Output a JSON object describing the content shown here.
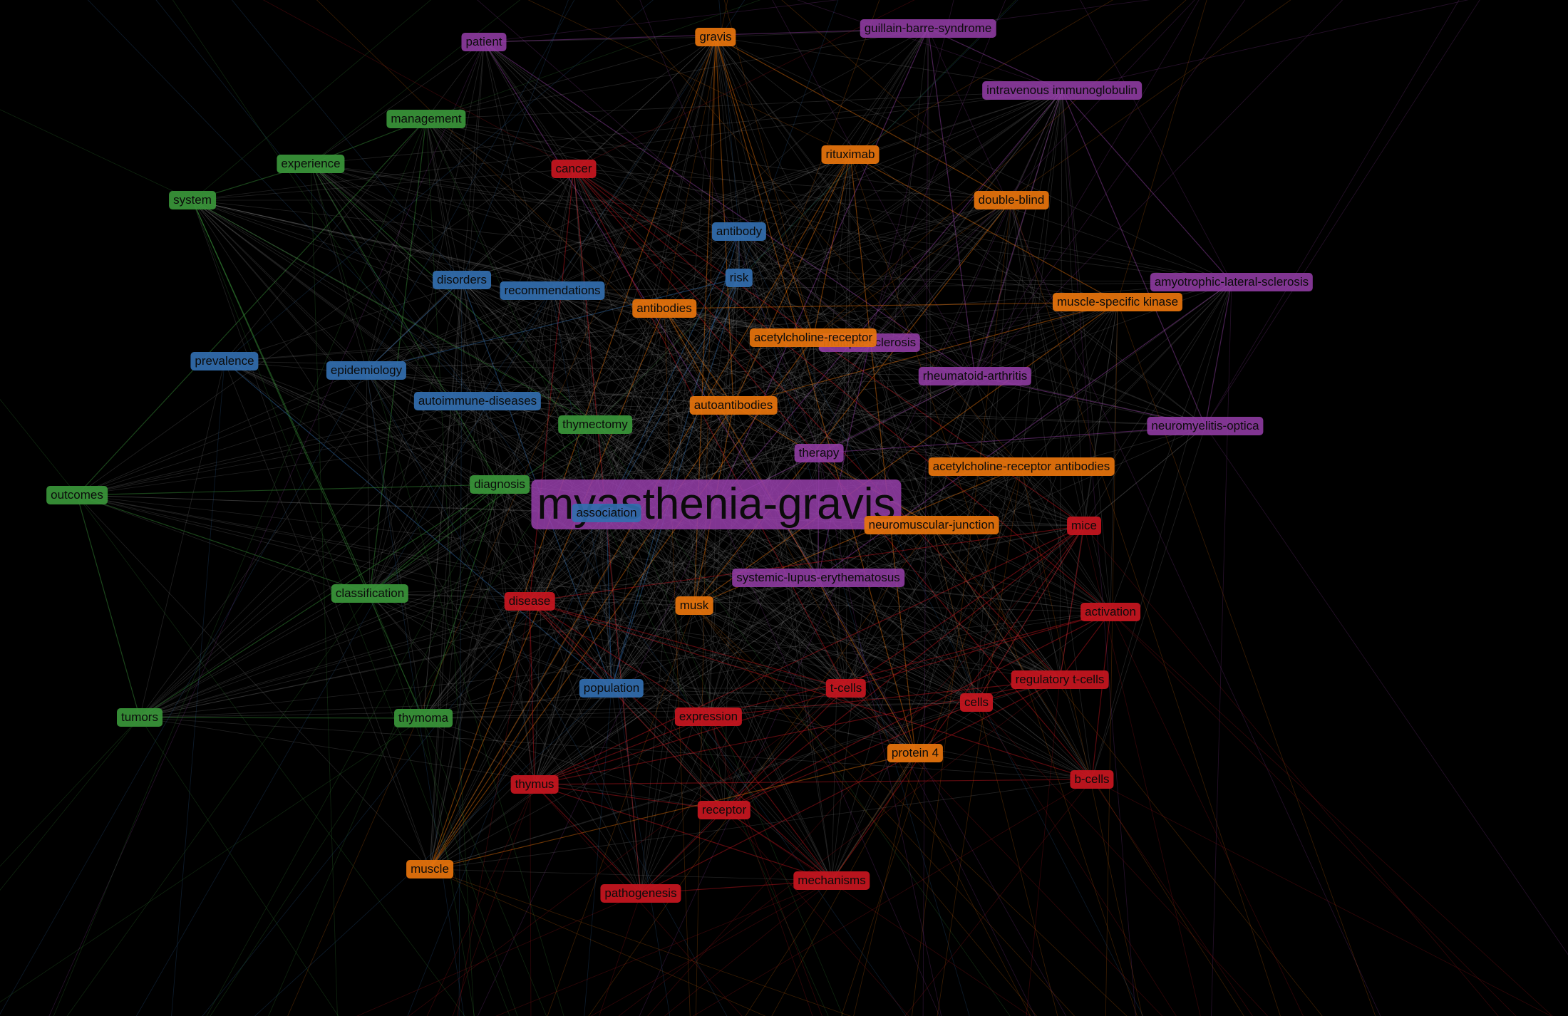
{
  "clusters": {
    "purple": "#9b45ad",
    "orange": "#e8740c",
    "green": "#3a963a",
    "blue": "#326eaf",
    "red": "#c81620",
    "edge_neutral": "#9a9a9a"
  },
  "nodes": [
    {
      "id": "myasthenia-gravis",
      "label": "myasthenia-gravis",
      "cluster": "purple",
      "big": true
    },
    {
      "id": "patient",
      "label": "patient",
      "cluster": "purple"
    },
    {
      "id": "gravis",
      "label": "gravis",
      "cluster": "orange"
    },
    {
      "id": "guillain-barre-syndrome",
      "label": "guillain-barre-syndrome",
      "cluster": "purple"
    },
    {
      "id": "intravenous-immunoglobulin",
      "label": "intravenous immunoglobulin",
      "cluster": "purple"
    },
    {
      "id": "management",
      "label": "management",
      "cluster": "green"
    },
    {
      "id": "experience",
      "label": "experience",
      "cluster": "green"
    },
    {
      "id": "cancer",
      "label": "cancer",
      "cluster": "red"
    },
    {
      "id": "rituximab",
      "label": "rituximab",
      "cluster": "orange"
    },
    {
      "id": "system",
      "label": "system",
      "cluster": "green"
    },
    {
      "id": "double-blind",
      "label": "double-blind",
      "cluster": "orange"
    },
    {
      "id": "antibody",
      "label": "antibody",
      "cluster": "blue"
    },
    {
      "id": "risk",
      "label": "risk",
      "cluster": "blue"
    },
    {
      "id": "disorders",
      "label": "disorders",
      "cluster": "blue"
    },
    {
      "id": "recommendations",
      "label": "recommendations",
      "cluster": "blue"
    },
    {
      "id": "amyotrophic-lateral-sclerosis",
      "label": "amyotrophic-lateral-sclerosis",
      "cluster": "purple"
    },
    {
      "id": "muscle-specific-kinase",
      "label": "muscle-specific kinase",
      "cluster": "orange"
    },
    {
      "id": "antibodies",
      "label": "antibodies",
      "cluster": "orange"
    },
    {
      "id": "multiple-sclerosis",
      "label": "multiple-sclerosis",
      "cluster": "purple"
    },
    {
      "id": "acetylcholine-receptor",
      "label": "acetylcholine-receptor",
      "cluster": "orange"
    },
    {
      "id": "prevalence",
      "label": "prevalence",
      "cluster": "blue"
    },
    {
      "id": "epidemiology",
      "label": "epidemiology",
      "cluster": "blue"
    },
    {
      "id": "rheumatoid-arthritis",
      "label": "rheumatoid-arthritis",
      "cluster": "purple"
    },
    {
      "id": "autoimmune-diseases",
      "label": "autoimmune-diseases",
      "cluster": "blue"
    },
    {
      "id": "autoantibodies",
      "label": "autoantibodies",
      "cluster": "orange"
    },
    {
      "id": "thymectomy",
      "label": "thymectomy",
      "cluster": "green"
    },
    {
      "id": "neuromyelitis-optica",
      "label": "neuromyelitis-optica",
      "cluster": "purple"
    },
    {
      "id": "therapy",
      "label": "therapy",
      "cluster": "purple"
    },
    {
      "id": "acetylcholine-receptor-antibodies",
      "label": "acetylcholine-receptor antibodies",
      "cluster": "orange"
    },
    {
      "id": "diagnosis",
      "label": "diagnosis",
      "cluster": "green"
    },
    {
      "id": "outcomes",
      "label": "outcomes",
      "cluster": "green"
    },
    {
      "id": "association",
      "label": "association",
      "cluster": "blue"
    },
    {
      "id": "neuromuscular-junction",
      "label": "neuromuscular-junction",
      "cluster": "orange"
    },
    {
      "id": "mice",
      "label": "mice",
      "cluster": "red"
    },
    {
      "id": "systemic-lupus-erythematosus",
      "label": "systemic-lupus-erythematosus",
      "cluster": "purple"
    },
    {
      "id": "classification",
      "label": "classification",
      "cluster": "green"
    },
    {
      "id": "disease",
      "label": "disease",
      "cluster": "red"
    },
    {
      "id": "musk",
      "label": "musk",
      "cluster": "orange"
    },
    {
      "id": "activation",
      "label": "activation",
      "cluster": "red"
    },
    {
      "id": "regulatory-t-cells",
      "label": "regulatory t-cells",
      "cluster": "red"
    },
    {
      "id": "t-cells",
      "label": "t-cells",
      "cluster": "red"
    },
    {
      "id": "population",
      "label": "population",
      "cluster": "blue"
    },
    {
      "id": "cells",
      "label": "cells",
      "cluster": "red"
    },
    {
      "id": "tumors",
      "label": "tumors",
      "cluster": "green"
    },
    {
      "id": "thymoma",
      "label": "thymoma",
      "cluster": "green"
    },
    {
      "id": "expression",
      "label": "expression",
      "cluster": "red"
    },
    {
      "id": "protein-4",
      "label": "protein 4",
      "cluster": "orange"
    },
    {
      "id": "b-cells",
      "label": "b-cells",
      "cluster": "red"
    },
    {
      "id": "thymus",
      "label": "thymus",
      "cluster": "red"
    },
    {
      "id": "receptor",
      "label": "receptor",
      "cluster": "red"
    },
    {
      "id": "muscle",
      "label": "muscle",
      "cluster": "orange"
    },
    {
      "id": "mechanisms",
      "label": "mechanisms",
      "cluster": "red"
    },
    {
      "id": "pathogenesis",
      "label": "pathogenesis",
      "cluster": "red"
    }
  ]
}
